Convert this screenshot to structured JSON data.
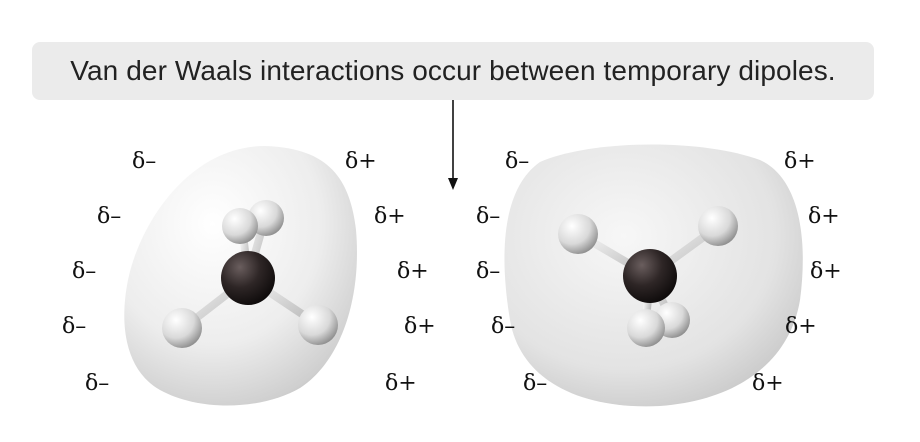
{
  "caption": "Van der Waals interactions occur between temporary dipoles.",
  "left_molecule": {
    "negative_label": "δ–",
    "positive_label": "δ+"
  },
  "right_molecule": {
    "negative_label": "δ–",
    "positive_label": "δ+"
  },
  "colors": {
    "caption_background": "#ebebeb",
    "surface": "#e6e6e6",
    "carbon": "#2e2626",
    "hydrogen": "#e4e4e4"
  }
}
